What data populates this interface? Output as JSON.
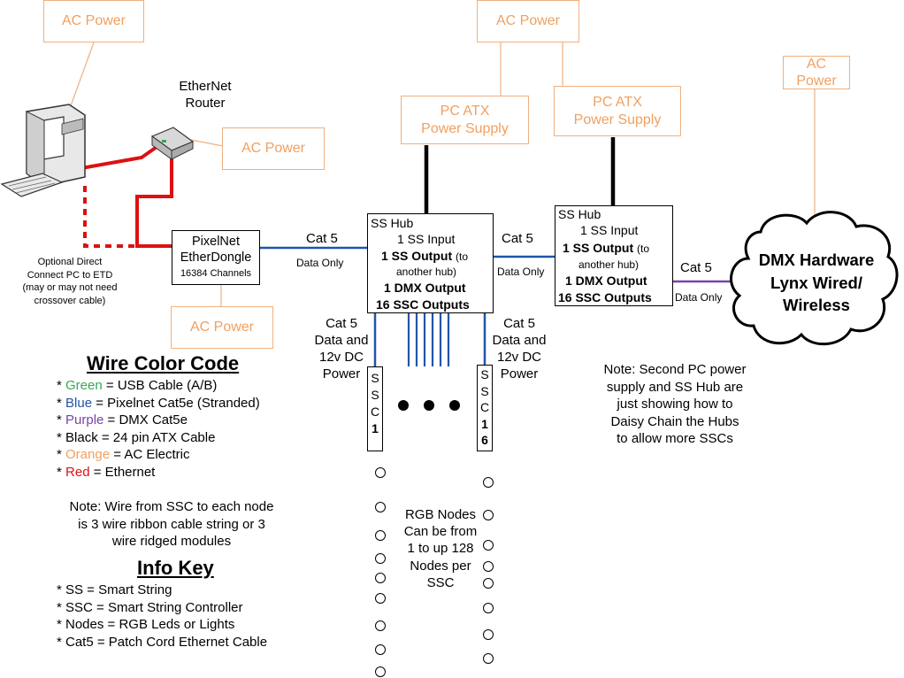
{
  "ac_power_label": "AC Power",
  "router_label": [
    "EtherNet",
    "Router"
  ],
  "optional_note": [
    "Optional Direct",
    "Connect PC to ETD",
    "(may or may not need",
    "crossover cable)"
  ],
  "etherdongle": {
    "line1": "PixelNet",
    "line2": "EtherDongle",
    "line3": "16384 Channels"
  },
  "atx_label": [
    "PC ATX",
    "Power Supply"
  ],
  "hub": {
    "title": "SS Hub",
    "ss_input": "1 SS Input",
    "ss_output": "1 SS Output",
    "ss_output_note": "(to",
    "ss_output_note2": "another hub)",
    "dmx_output": "1 DMX Output",
    "ssc_outputs": "16 SSC Outputs"
  },
  "cat5": "Cat 5",
  "data_only": "Data Only",
  "cat5_power": [
    "Cat 5",
    "Data and",
    "12v DC",
    "Power"
  ],
  "ssc1_letters": [
    "S",
    "S",
    "C",
    "1"
  ],
  "ssc16_letters": [
    "S",
    "S",
    "C",
    "1",
    "6"
  ],
  "dmx_cloud": [
    "DMX Hardware",
    "Lynx Wired/",
    "Wireless"
  ],
  "hub_note": [
    "Note: Second PC power",
    "supply and SS Hub are",
    "just showing how to",
    "Daisy Chain the Hubs",
    "to allow more SSCs"
  ],
  "rgb_note": [
    "RGB Nodes",
    "Can be from",
    "1 to up 128",
    "Nodes per",
    "SSC"
  ],
  "wire_color_code": {
    "heading": "Wire Color Code",
    "items": [
      {
        "prefix": "* ",
        "color_word": "Green",
        "rest": " = USB Cable (A/B)",
        "color": "#33aa55"
      },
      {
        "prefix": "* ",
        "color_word": "Blue",
        "rest": " = Pixelnet Cat5e (Stranded)",
        "color": "#2255aa"
      },
      {
        "prefix": "* ",
        "color_word": "Purple",
        "rest": " = DMX Cat5e",
        "color": "#7744aa"
      },
      {
        "prefix": "* ",
        "color_word": "Black",
        "rest": " = 24 pin ATX Cable",
        "color": "#000000"
      },
      {
        "prefix": "* ",
        "color_word": "Orange",
        "rest": " = AC Electric",
        "color": "#f0a060"
      },
      {
        "prefix": "* ",
        "color_word": "Red",
        "rest": " = Ethernet",
        "color": "#dd1111"
      }
    ]
  },
  "wire_note": [
    "Note: Wire from SSC to each node",
    "is 3 wire ribbon cable string or 3",
    "wire ridged modules"
  ],
  "info_key": {
    "heading": "Info Key",
    "items": [
      "* SS = Smart String",
      "* SSC = Smart String Controller",
      "* Nodes = RGB Leds or Lights",
      "* Cat5 = Patch Cord Ethernet Cable"
    ]
  },
  "colors": {
    "orange": "#f0a060",
    "red": "#dd1111",
    "blue": "#2255aa",
    "purple": "#7744aa",
    "black": "#000000"
  }
}
